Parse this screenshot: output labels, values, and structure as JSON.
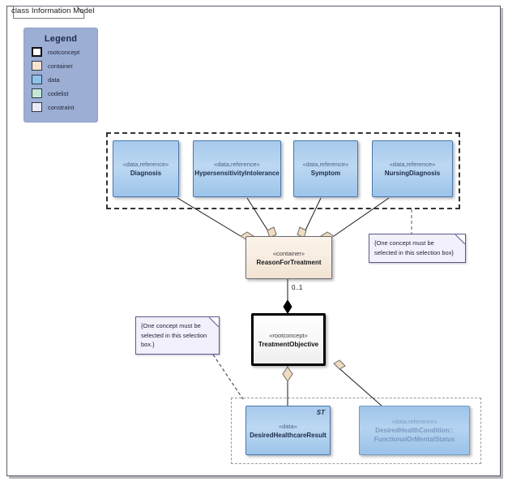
{
  "diagram": {
    "title": "class Information Model",
    "type": "uml-class-diagram"
  },
  "legend": {
    "title": "Legend",
    "items": [
      {
        "label": "rootconcept",
        "color": "#ffffff",
        "border": "#111111",
        "style": "thick"
      },
      {
        "label": "container",
        "color": "#f7e3cd",
        "border": "#31394f",
        "style": "normal"
      },
      {
        "label": "data",
        "color": "#8fc2ea",
        "border": "#31394f",
        "style": "normal"
      },
      {
        "label": "codelist",
        "color": "#c6e8d6",
        "border": "#31394f",
        "style": "normal"
      },
      {
        "label": "constraint",
        "color": "#eceaf8",
        "border": "#31394f",
        "style": "normal"
      }
    ],
    "background": "#9caed4"
  },
  "classes": [
    {
      "id": "diagnosis",
      "stereotype": "«data,reference»",
      "name": "Diagnosis",
      "kind": "data"
    },
    {
      "id": "hypersensitivity",
      "stereotype": "«data,reference»",
      "name": "HypersensitivityIntolerance",
      "kind": "data"
    },
    {
      "id": "symptom",
      "stereotype": "«data,reference»",
      "name": "Symptom",
      "kind": "data"
    },
    {
      "id": "nursingdiagnosis",
      "stereotype": "«data,reference»",
      "name": "NursingDiagnosis",
      "kind": "data"
    },
    {
      "id": "reasonfortreatment",
      "stereotype": "«container»",
      "name": "ReasonForTreatment",
      "kind": "container"
    },
    {
      "id": "treatmentobjective",
      "stereotype": "«rootconcept»",
      "name": "TreatmentObjective",
      "kind": "rootconcept"
    },
    {
      "id": "desiredhealthcareresult",
      "stereotype": "«data»",
      "name": "DesiredHealthcareResult",
      "kind": "data",
      "marker": "ST"
    },
    {
      "id": "desiredhealthcondition",
      "stereotype": "«data,reference»",
      "name_line1": "DesiredHealthCondition::",
      "name_line2": "FunctionalOrMentalStatus",
      "kind": "data-muted"
    }
  ],
  "notes": [
    {
      "id": "note-right",
      "lines": [
        "{One concept must be",
        "selected in this selection box}"
      ]
    },
    {
      "id": "note-left",
      "lines": [
        "{One concept must be",
        "selected in this selection",
        "box.}"
      ]
    }
  ],
  "connectors": [
    {
      "from": "diagnosis",
      "to": "reasonfortreatment",
      "type": "aggregation"
    },
    {
      "from": "hypersensitivity",
      "to": "reasonfortreatment",
      "type": "aggregation"
    },
    {
      "from": "symptom",
      "to": "reasonfortreatment",
      "type": "aggregation"
    },
    {
      "from": "nursingdiagnosis",
      "to": "reasonfortreatment",
      "type": "aggregation"
    },
    {
      "from": "reasonfortreatment",
      "to": "treatmentobjective",
      "type": "composition",
      "multiplicity": "0..1"
    },
    {
      "from": "desiredhealthcareresult",
      "to": "treatmentobjective",
      "type": "aggregation"
    },
    {
      "from": "desiredhealthcondition",
      "to": "treatmentobjective",
      "type": "aggregation"
    }
  ],
  "multiplicities": {
    "reason_to_objective": "0..1"
  }
}
